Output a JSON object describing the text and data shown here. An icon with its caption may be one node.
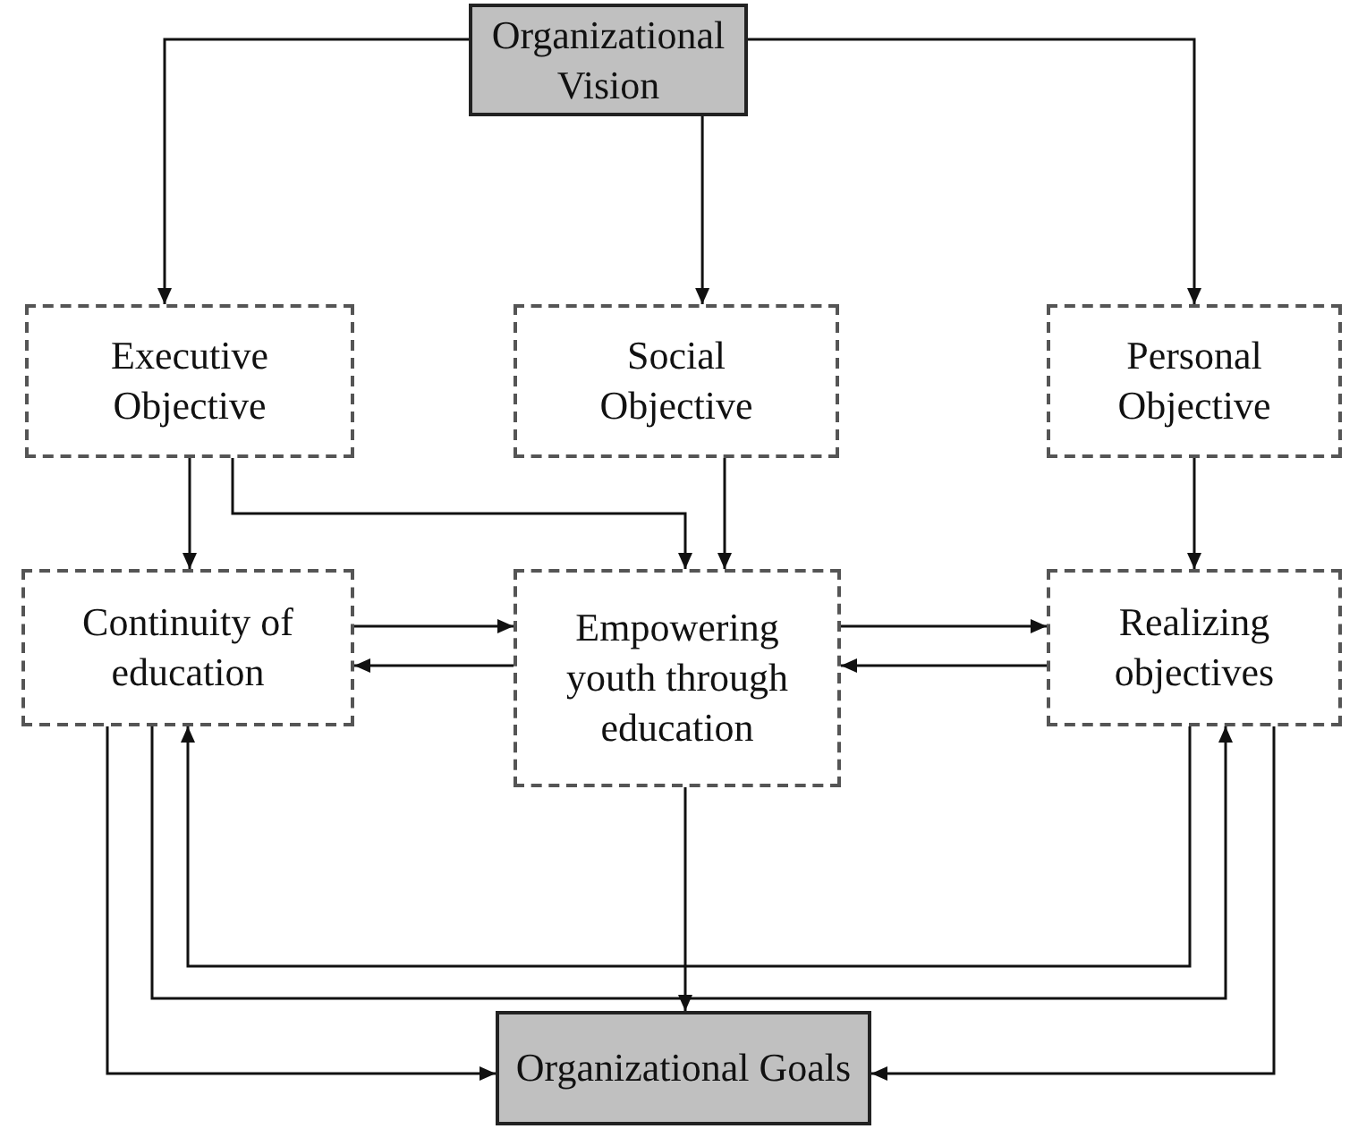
{
  "diagram": {
    "nodes": [
      {
        "text": [
          "Organizational Vision"
        ]
      },
      {
        "text": [
          "Executive Objective"
        ]
      },
      {
        "text": [
          "Social Objective"
        ]
      },
      {
        "text": [
          "Personal Objective"
        ]
      },
      {
        "text": [
          "Continuity of education"
        ]
      },
      {
        "text": [
          "Empowering youth through education"
        ]
      },
      {
        "text": [
          "Realizing objectives"
        ]
      },
      {
        "text": [
          "Organizational Goals"
        ]
      }
    ],
    "edges": [
      {
        "from": 0,
        "to": 1,
        "arrow": "to"
      },
      {
        "from": 0,
        "to": 2,
        "arrow": "to"
      },
      {
        "from": 0,
        "to": 3,
        "arrow": "to"
      },
      {
        "from": 1,
        "to": 4,
        "arrow": "to"
      },
      {
        "from": 1,
        "to": 5,
        "arrow": "to"
      },
      {
        "from": 2,
        "to": 5,
        "arrow": "to"
      },
      {
        "from": 3,
        "to": 6,
        "arrow": "to"
      },
      {
        "from": 4,
        "to": 5,
        "arrow": "to"
      },
      {
        "from": 5,
        "to": 4,
        "arrow": "to"
      },
      {
        "from": 5,
        "to": 6,
        "arrow": "to"
      },
      {
        "from": 6,
        "to": 5,
        "arrow": "to"
      },
      {
        "from": 6,
        "to": 4,
        "arrow": "to"
      },
      {
        "from": 4,
        "to": 6,
        "arrow": "to"
      },
      {
        "from": 4,
        "to": 7,
        "arrow": "to"
      },
      {
        "from": 5,
        "to": 7,
        "arrow": "to"
      },
      {
        "from": 6,
        "to": 7,
        "arrow": "to"
      }
    ]
  }
}
